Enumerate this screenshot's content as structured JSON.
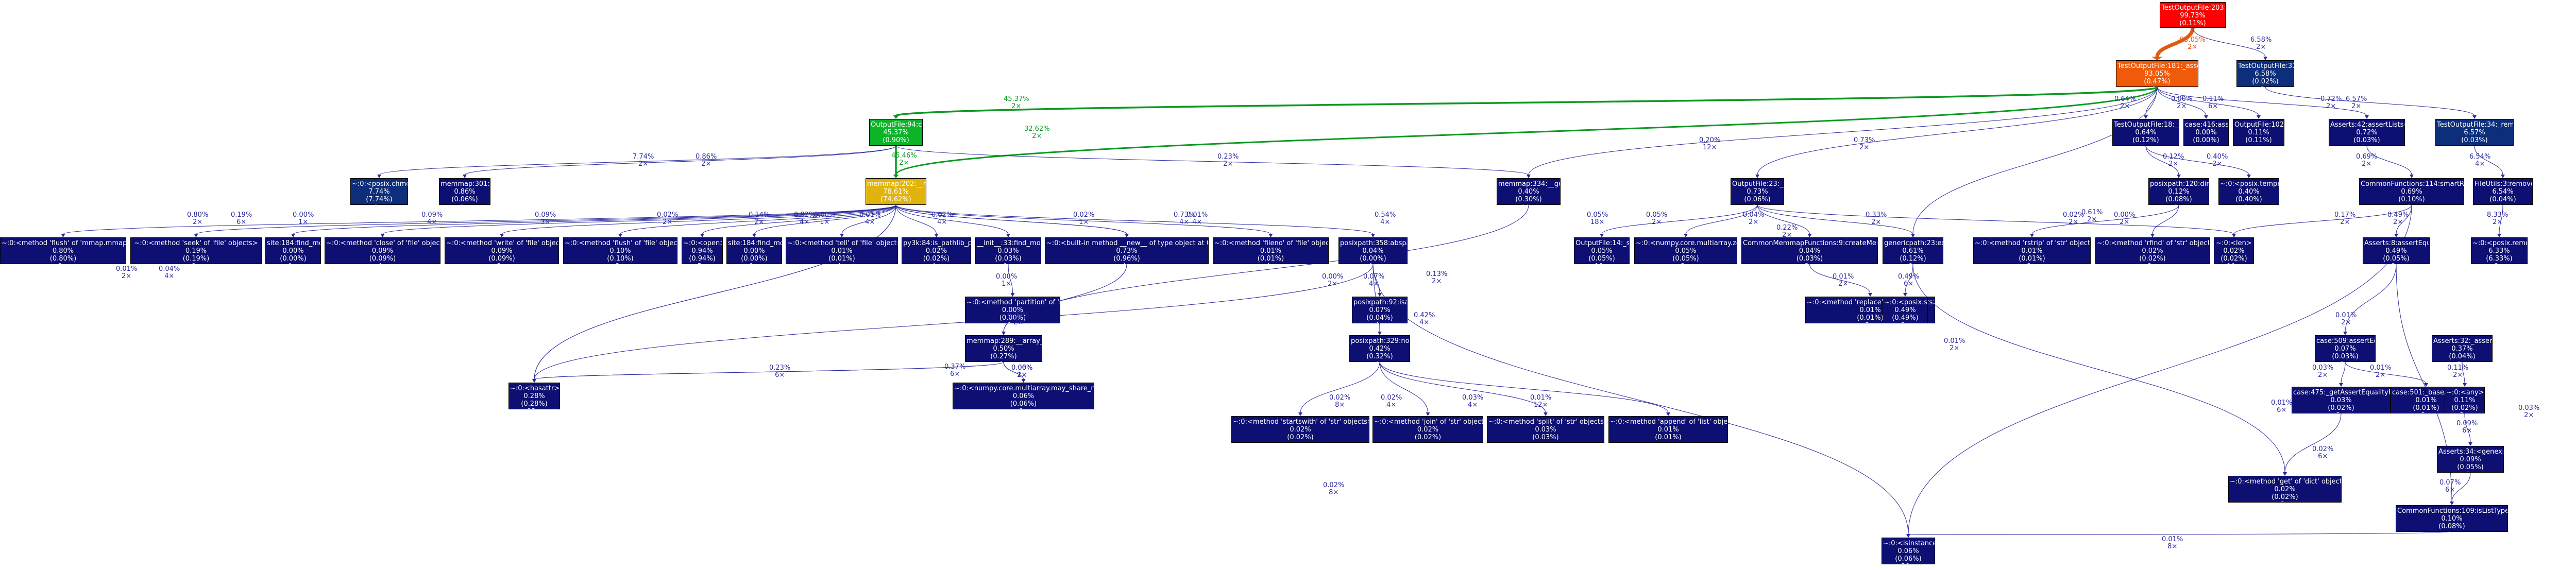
{
  "colors": {
    "red": "#ff0000",
    "orange": "#ef5a0b",
    "green": "#0cb428",
    "gold": "#e0b40c",
    "blue_mid": "#0d2e7a",
    "blue_dark": "#0d0f73",
    "edge_green": "#0a9a20",
    "edge_blue": "#2a2aa0",
    "edge_orange": "#e05a10"
  },
  "nodes": {
    "n_test_run_write": {
      "name": "TestOutputFile:203:testWrite",
      "pct1": "99.73%",
      "pct2": "(0.11%)",
      "calls": "1×"
    },
    "n_test_assertwrite": {
      "name": "TestOutputFile:181:_assertWrite",
      "pct1": "93.05%",
      "pct2": "(0.47%)",
      "calls": "2×"
    },
    "n_test_del": {
      "name": "TestOutputFile:31:__del__",
      "pct1": "6.58%",
      "pct2": "(0.02%)",
      "calls": "2×"
    },
    "n_of_close": {
      "name": "OutputFile:94:close",
      "pct1": "45.37%",
      "pct2": "(0.90%)",
      "calls": "2×"
    },
    "n_mmap_new": {
      "name": "memmap:202:__new__",
      "pct1": "78.61%",
      "pct2": "(74.62%)",
      "calls": "4×"
    },
    "n_posix_chmod": {
      "name": "~:0:<posix.chmod>",
      "pct1": "7.74%",
      "pct2": "(7.74%)",
      "calls": "2×"
    },
    "n_mmap_flush": {
      "name": "memmap:301:flush",
      "pct1": "0.86%",
      "pct2": "(0.06%)",
      "calls": "2×"
    },
    "n_mmap_getitem": {
      "name": "memmap:334:__getitem__",
      "pct1": "0.40%",
      "pct2": "(0.30%)",
      "calls": "12×"
    },
    "n_of_init": {
      "name": "OutputFile:23:__init__",
      "pct1": "0.73%",
      "pct2": "(0.06%)",
      "calls": "2×"
    },
    "n_tof_init": {
      "name": "TestOutputFile:18:__init__",
      "pct1": "0.64%",
      "pct2": "(0.12%)",
      "calls": "2×"
    },
    "n_case_asserttrue": {
      "name": "case:416:assertTrue",
      "pct1": "0.00%",
      "pct2": "(0.00%)",
      "calls": "2×"
    },
    "n_of_write": {
      "name": "OutputFile:102:write",
      "pct1": "0.11%",
      "pct2": "(0.11%)",
      "calls": "6×"
    },
    "n_asserts_lists": {
      "name": "Asserts:42:assertListsOfDicts",
      "pct1": "0.72%",
      "pct2": "(0.03%)",
      "calls": "2×"
    },
    "n_tof_removefiles": {
      "name": "TestOutputFile:34:_removeFiles",
      "pct1": "6.57%",
      "pct2": "(0.03%)",
      "calls": "2×"
    },
    "n_posixpath_dirname": {
      "name": "posixpath:120:dirname",
      "pct1": "0.12%",
      "pct2": "(0.08%)",
      "calls": "2×"
    },
    "n_posix_tempnam": {
      "name": "~:0:<posix.tempnam>",
      "pct1": "0.40%",
      "pct2": "(0.40%)",
      "calls": "2×"
    },
    "n_cf_smart": {
      "name": "CommonFunctions:114:smartRecursiveAssertList",
      "pct1": "0.69%",
      "pct2": "(0.10%)",
      "calls": "2×"
    },
    "n_fileutils_removefile": {
      "name": "FileUtils:3:removeFile",
      "pct1": "6.54%",
      "pct2": "(0.04%)",
      "calls": "4×"
    },
    "n_flush_mmap": {
      "name": "~:0:<method 'flush' of 'mmap.mmap' objects>",
      "pct1": "0.80%",
      "pct2": "(0.80%)",
      "calls": "2×"
    },
    "n_seek": {
      "name": "~:0:<method 'seek' of 'file' objects>",
      "pct1": "0.19%",
      "pct2": "(0.19%)",
      "calls": "6×"
    },
    "n_site_find_a": {
      "name": "site:184:find_module",
      "pct1": "0.00%",
      "pct2": "(0.00%)",
      "calls": "1×"
    },
    "n_close_file": {
      "name": "~:0:<method 'close' of 'file' objects>",
      "pct1": "0.09%",
      "pct2": "(0.09%)",
      "calls": "4×"
    },
    "n_write_file": {
      "name": "~:0:<method 'write' of 'file' objects>",
      "pct1": "0.09%",
      "pct2": "(0.09%)",
      "calls": "3×"
    },
    "n_flush_file": {
      "name": "~:0:<method 'flush' of 'file' objects>",
      "pct1": "0.10%",
      "pct2": "(0.10%)",
      "calls": "3×"
    },
    "n_posix_open": {
      "name": "~:0:<open>",
      "pct1": "0.94%",
      "pct2": "(0.94%)",
      "calls": "5×"
    },
    "n_site_find_b": {
      "name": "site:184:find_module",
      "pct1": "0.00%",
      "pct2": "(0.00%)",
      "calls": "1×"
    },
    "n_tell_file": {
      "name": "~:0:<method 'tell' of 'file' objects>",
      "pct1": "0.01%",
      "pct2": "(0.01%)",
      "calls": "4×"
    },
    "n_py3k_isfile": {
      "name": "py3k:84:is_pathlib_path",
      "pct1": "0.02%",
      "pct2": "(0.02%)",
      "calls": "4×"
    },
    "n_init_module": {
      "name": "__init__:33:find_module",
      "pct1": "0.03%",
      "pct2": "(0.03%)",
      "calls": "1×"
    },
    "n_builtin_new": {
      "name": "~:0:<built-in method __new__ of type object at 0x100161d60>",
      "pct1": "0.73%",
      "pct2": "(0.96%)",
      "calls": "4×"
    },
    "n_fileno": {
      "name": "~:0:<method 'fileno' of 'file' objects>",
      "pct1": "0.01%",
      "pct2": "(0.01%)",
      "calls": "4×"
    },
    "n_posixpath_abspath": {
      "name": "posixpath:358:abspath",
      "pct1": "0.04%",
      "pct2": "(0.00%)",
      "calls": "4×"
    },
    "n_of_setup": {
      "name": "OutputFile:14:_setup",
      "pct1": "0.05%",
      "pct2": "(0.05%)",
      "calls": "18×"
    },
    "n_numpy_zeros": {
      "name": "~:0:<numpy.core.multiarray.zeros>",
      "pct1": "0.05%",
      "pct2": "(0.05%)",
      "calls": "2×"
    },
    "n_cf_create_mmap": {
      "name": "CommonMemmapFunctions:9:createMemmapFileFn",
      "pct1": "0.04%",
      "pct2": "(0.03%)",
      "calls": "2×"
    },
    "n_genericpath_exists": {
      "name": "genericpath:23:exists",
      "pct1": "0.61%",
      "pct2": "(0.12%)",
      "calls": "6×"
    },
    "n_rstrip": {
      "name": "~:0:<method 'rstrip' of 'str' objects>",
      "pct1": "0.01%",
      "pct2": "(0.01%)",
      "calls": "2×"
    },
    "n_find_str": {
      "name": "~:0:<method 'rfind' of 'str' objects>",
      "pct1": "0.02%",
      "pct2": "(0.02%)",
      "calls": "2×"
    },
    "n_len": {
      "name": "~:0:<len>",
      "pct1": "0.02%",
      "pct2": "(0.02%)",
      "calls": "10×"
    },
    "n_asserts_assertequal": {
      "name": "Asserts:8:assertEqual",
      "pct1": "0.49%",
      "pct2": "(0.05%)",
      "calls": "2×"
    },
    "n_posix_remove": {
      "name": "~:0:<posix.remove>",
      "pct1": "6.33%",
      "pct2": "(6.33%)",
      "calls": "2×"
    },
    "n_numpy_partition": {
      "name": "~:0:<method 'partition' of 'str' objects>",
      "pct1": "0.00%",
      "pct2": "(0.00%)",
      "calls": "1×"
    },
    "n_mmap_array_finalize": {
      "name": "memmap:289:__array_finalize__",
      "pct1": "0.50%",
      "pct2": "(0.27%)",
      "calls": "6×"
    },
    "n_posixpath_normpath": {
      "name": "posixpath:92:isabs",
      "pct1": "0.07%",
      "pct2": "(0.04%)",
      "calls": "4×"
    },
    "n_posixpath_join": {
      "name": "posixpath:329:normpath",
      "pct1": "0.42%",
      "pct2": "(0.32%)",
      "calls": "4×"
    },
    "n_replace_str": {
      "name": "~:0:<method 'replace' of 'str' objects>",
      "pct1": "0.01%",
      "pct2": "(0.01%)",
      "calls": "2×"
    },
    "n_posix_stat": {
      "name": "~:0:<posix.stat>",
      "pct1": "0.49%",
      "pct2": "(0.49%)",
      "calls": "6×"
    },
    "n_case_assertequal": {
      "name": "case:509:assertEqual",
      "pct1": "0.07%",
      "pct2": "(0.03%)",
      "calls": "2×"
    },
    "n_asserts_assertnum": {
      "name": "Asserts:32:_assertsNum",
      "pct1": "0.37%",
      "pct2": "(0.04%)",
      "calls": "2×"
    },
    "n_hasattr": {
      "name": "~:0:<hasattr>",
      "pct1": "0.28%",
      "pct2": "(0.28%)",
      "calls": "12×"
    },
    "n_numpy_may_share": {
      "name": "~:0:<numpy.core.multiarray.may_share_memory>",
      "pct1": "0.06%",
      "pct2": "(0.06%)",
      "calls": "6×"
    },
    "n_startswith": {
      "name": "~:0:<method 'startswith' of 'str' objects>",
      "pct1": "0.02%",
      "pct2": "(0.02%)",
      "calls": "12×"
    },
    "n_join_str": {
      "name": "~:0:<method 'join' of 'str' objects>",
      "pct1": "0.02%",
      "pct2": "(0.02%)",
      "calls": "4×"
    },
    "n_split_str": {
      "name": "~:0:<method 'split' of 'str' objects>",
      "pct1": "0.03%",
      "pct2": "(0.03%)",
      "calls": "4×"
    },
    "n_append_list": {
      "name": "~:0:<method 'append' of 'list' objects>",
      "pct1": "0.01%",
      "pct2": "(0.01%)",
      "calls": "12×"
    },
    "n_case_getequal": {
      "name": "case:475:_getAssertEqualityFunc",
      "pct1": "0.03%",
      "pct2": "(0.02%)",
      "calls": "2×"
    },
    "n_case_baseassert": {
      "name": "case:501:_baseAssertEqual",
      "pct1": "0.01%",
      "pct2": "(0.01%)",
      "calls": "2×"
    },
    "n_any": {
      "name": "~:0:<any>",
      "pct1": "0.11%",
      "pct2": "(0.02%)",
      "calls": "2×"
    },
    "n_get_dict": {
      "name": "~:0:<method 'get' of 'dict' objects>",
      "pct1": "0.02%",
      "pct2": "(0.02%)",
      "calls": "6×"
    },
    "n_asserts_genexpr": {
      "name": "Asserts:34:<genexpr>",
      "pct1": "0.09%",
      "pct2": "(0.05%)",
      "calls": "6×"
    },
    "n_cf_islisttype": {
      "name": "CommonFunctions:109:isListType",
      "pct1": "0.10%",
      "pct2": "(0.08%)",
      "calls": "6×"
    },
    "n_isinstance": {
      "name": "~:0:<isinstance>",
      "pct1": "0.06%",
      "pct2": "(0.06%)",
      "calls": "20×"
    }
  },
  "edges": [
    {
      "pct": "93.05%",
      "calls": "2×"
    },
    {
      "pct": "6.58%",
      "calls": "2×"
    },
    {
      "pct": "45.37%",
      "calls": "2×"
    },
    {
      "pct": "32.62%",
      "calls": "2×"
    },
    {
      "pct": "45.46%",
      "calls": "2×"
    },
    {
      "pct": "7.74%",
      "calls": "2×"
    },
    {
      "pct": "0.86%",
      "calls": "2×"
    },
    {
      "pct": "0.23%",
      "calls": "2×"
    },
    {
      "pct": "0.20%",
      "calls": "12×"
    },
    {
      "pct": "0.73%",
      "calls": "2×"
    },
    {
      "pct": "0.64%",
      "calls": "2×"
    },
    {
      "pct": "0.00%",
      "calls": "2×"
    },
    {
      "pct": "0.11%",
      "calls": "6×"
    },
    {
      "pct": "0.72%",
      "calls": "2×"
    },
    {
      "pct": "6.57%",
      "calls": "2×"
    },
    {
      "pct": "6.54%",
      "calls": "4×"
    },
    {
      "pct": "0.12%",
      "calls": "2×"
    },
    {
      "pct": "0.40%",
      "calls": "2×"
    },
    {
      "pct": "0.69%",
      "calls": "2×"
    },
    {
      "pct": "0.33%",
      "calls": "2×"
    },
    {
      "pct": "0.61%",
      "calls": "2×"
    },
    {
      "pct": "0.49%",
      "calls": "6×"
    },
    {
      "pct": "8.33%",
      "calls": "2×"
    },
    {
      "pct": "0.80%",
      "calls": "2×"
    },
    {
      "pct": "0.19%",
      "calls": "6×"
    },
    {
      "pct": "0.00%",
      "calls": "1×"
    },
    {
      "pct": "0.09%",
      "calls": "4×"
    },
    {
      "pct": "0.09%",
      "calls": "3×"
    },
    {
      "pct": "0.02%",
      "calls": "2×"
    },
    {
      "pct": "0.14%",
      "calls": "2×"
    },
    {
      "pct": "0.82%",
      "calls": "4×"
    },
    {
      "pct": "0.00%",
      "calls": "1×"
    },
    {
      "pct": "0.01%",
      "calls": "4×"
    },
    {
      "pct": "0.02%",
      "calls": "4×"
    },
    {
      "pct": "0.02%",
      "calls": "1×"
    },
    {
      "pct": "0.73%",
      "calls": "4×"
    },
    {
      "pct": "0.01%",
      "calls": "4×"
    },
    {
      "pct": "0.54%",
      "calls": "4×"
    },
    {
      "pct": "0.04%",
      "calls": "4×"
    },
    {
      "pct": "0.01%",
      "calls": "2×"
    },
    {
      "pct": "0.13%",
      "calls": "2×"
    },
    {
      "pct": "0.05%",
      "calls": "18×"
    },
    {
      "pct": "0.05%",
      "calls": "2×"
    },
    {
      "pct": "0.04%",
      "calls": "2×"
    },
    {
      "pct": "0.22%",
      "calls": "2×"
    },
    {
      "pct": "0.01%",
      "calls": "2×"
    },
    {
      "pct": "0.01%",
      "calls": "2×"
    },
    {
      "pct": "0.02%",
      "calls": "2×"
    },
    {
      "pct": "0.00%",
      "calls": "2×"
    },
    {
      "pct": "0.49%",
      "calls": "2×"
    },
    {
      "pct": "0.17%",
      "calls": "2×"
    },
    {
      "pct": "0.00%",
      "calls": "1×"
    },
    {
      "pct": "0.37%",
      "calls": "6×"
    },
    {
      "pct": "0.07%",
      "calls": "4×"
    },
    {
      "pct": "0.42%",
      "calls": "4×"
    },
    {
      "pct": "0.00%",
      "calls": "2×"
    },
    {
      "pct": "0.07%",
      "calls": "2×"
    },
    {
      "pct": "0.23%",
      "calls": "6×"
    },
    {
      "pct": "0.06%",
      "calls": "2×"
    },
    {
      "pct": "0.02%",
      "calls": "8×"
    },
    {
      "pct": "0.02%",
      "calls": "4×"
    },
    {
      "pct": "0.03%",
      "calls": "4×"
    },
    {
      "pct": "0.01%",
      "calls": "12×"
    },
    {
      "pct": "0.03%",
      "calls": "2×"
    },
    {
      "pct": "0.01%",
      "calls": "2×"
    },
    {
      "pct": "0.11%",
      "calls": "2×"
    },
    {
      "pct": "0.01%",
      "calls": "2×"
    },
    {
      "pct": "0.09%",
      "calls": "6×"
    },
    {
      "pct": "0.07%",
      "calls": "6×"
    },
    {
      "pct": "0.01%",
      "calls": "8×"
    },
    {
      "pct": "0.02%",
      "calls": "6×"
    },
    {
      "pct": "0.01%",
      "calls": "6×"
    },
    {
      "pct": "0.02%",
      "calls": "8×"
    },
    {
      "pct": "0.03%",
      "calls": "2×"
    },
    {
      "pct": "0.00%",
      "calls": "1×"
    }
  ]
}
